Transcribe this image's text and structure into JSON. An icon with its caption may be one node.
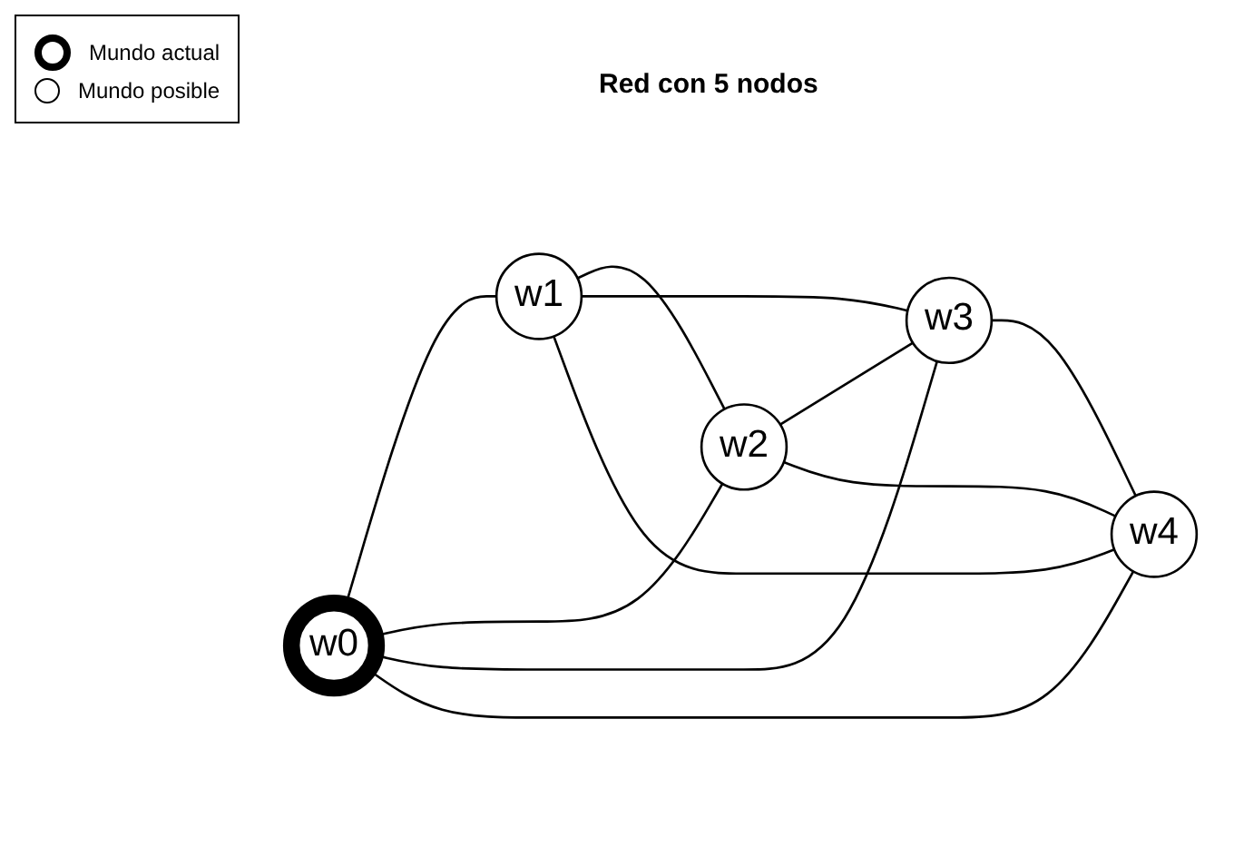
{
  "diagram": {
    "title": "Red con 5 nodos",
    "nodes": [
      {
        "text": [
          "w0"
        ]
      },
      {
        "text": [
          "w1"
        ]
      },
      {
        "text": [
          "w2"
        ]
      },
      {
        "text": [
          "w3"
        ]
      },
      {
        "text": [
          "w4"
        ]
      }
    ],
    "edges": [
      {
        "from": 0,
        "to": 1,
        "arrow": "none"
      },
      {
        "from": 1,
        "to": 2,
        "arrow": "none"
      },
      {
        "from": 2,
        "to": 3,
        "arrow": "none"
      },
      {
        "from": 3,
        "to": 4,
        "arrow": "none"
      },
      {
        "from": 4,
        "to": 0,
        "arrow": "none"
      },
      {
        "from": 0,
        "to": 2,
        "arrow": "none"
      },
      {
        "from": 0,
        "to": 3,
        "arrow": "none"
      },
      {
        "from": 1,
        "to": 3,
        "arrow": "none"
      },
      {
        "from": 1,
        "to": 4,
        "arrow": "none"
      },
      {
        "from": 4,
        "to": 2,
        "arrow": "none"
      }
    ],
    "legend": [
      {
        "text": "Mundo actual"
      },
      {
        "text": "Mundo posible"
      }
    ]
  }
}
